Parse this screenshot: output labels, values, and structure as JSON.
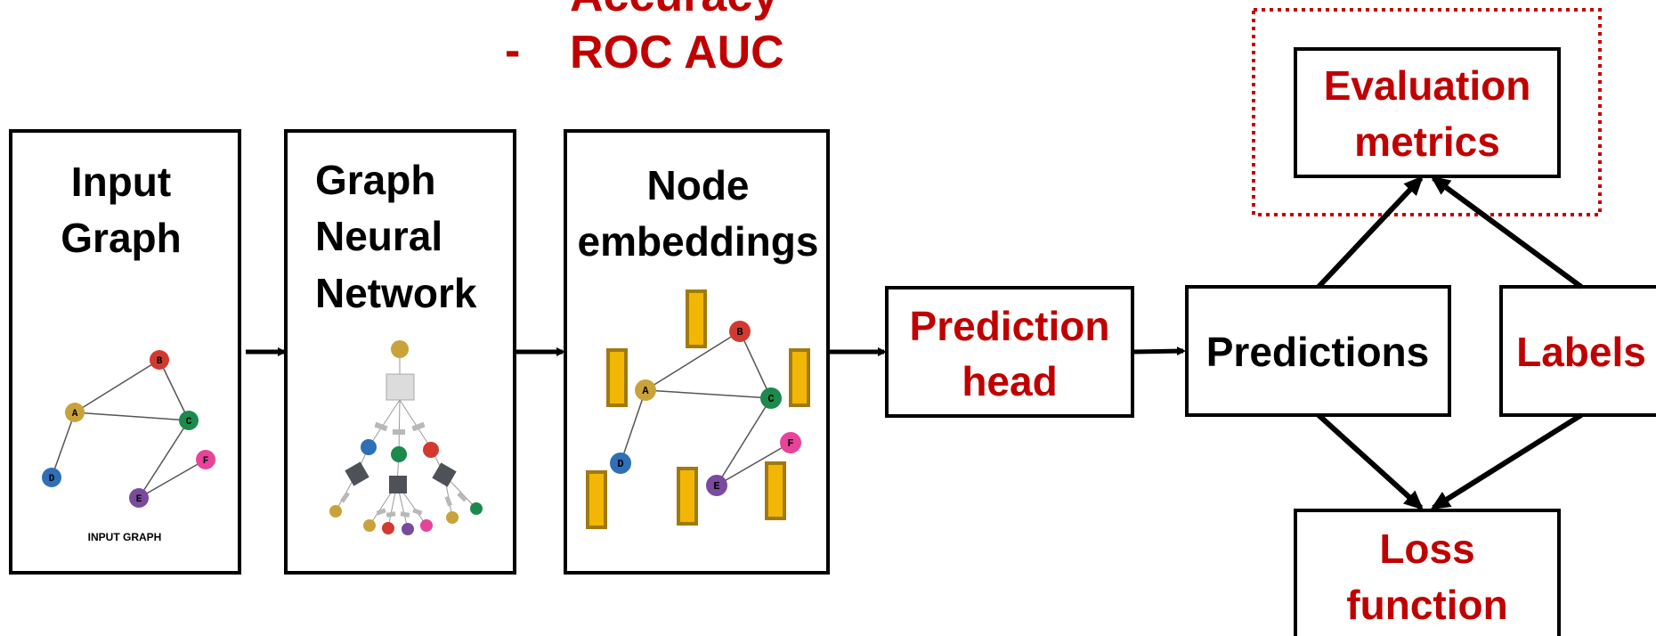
{
  "colors": {
    "accent": "#c00000",
    "text": "#000000",
    "node_a": "#c9a33a",
    "node_b": "#d23a30",
    "node_c": "#1b8a4c",
    "node_d": "#2f6fb8",
    "node_e": "#7a4a9e",
    "node_f": "#e8439a",
    "embedding": "#f2b705",
    "embedding_border": "#a07a10",
    "gnn_box": "#4e5258",
    "gnn_box_light": "#dcdcdc"
  },
  "metrics_list": {
    "items": [
      "Accuracy",
      "ROC AUC"
    ],
    "bullet": "-"
  },
  "boxes": {
    "input_graph": {
      "line1": "Input",
      "line2": "Graph",
      "caption": "INPUT GRAPH"
    },
    "gnn": {
      "line1": "Graph",
      "line2": "Neural",
      "line3": "Network"
    },
    "node_embeddings": {
      "line1": "Node",
      "line2": "embeddings"
    },
    "prediction_head": {
      "line1": "Prediction",
      "line2": "head"
    },
    "predictions": {
      "line1": "Predictions"
    },
    "labels": {
      "line1": "Labels"
    },
    "evaluation_metrics": {
      "line1": "Evaluation",
      "line2": "metrics"
    },
    "loss_function": {
      "line1": "Loss",
      "line2": "function"
    }
  },
  "graph_nodes": {
    "a": "A",
    "b": "B",
    "c": "C",
    "d": "D",
    "e": "E",
    "f": "F"
  }
}
